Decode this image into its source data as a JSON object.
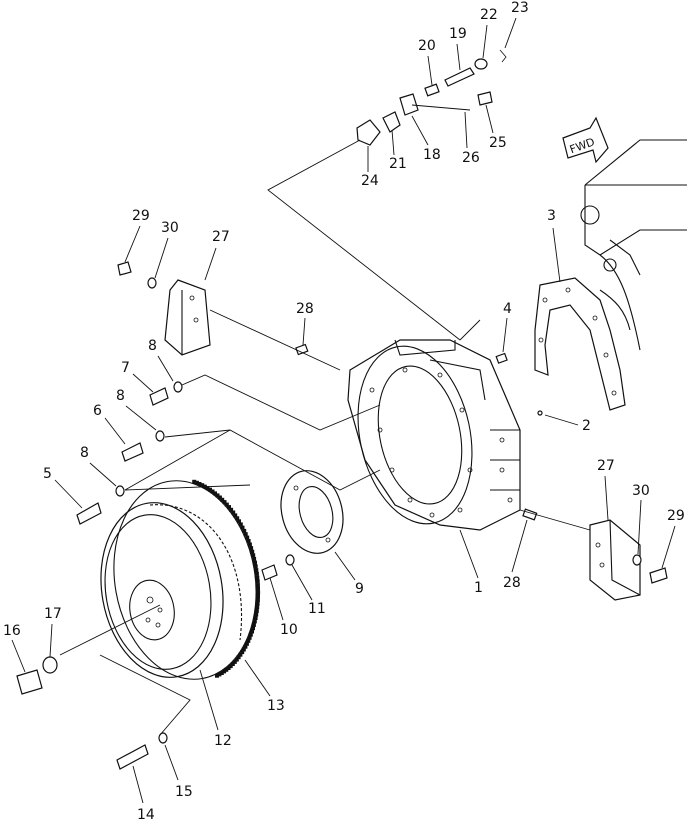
{
  "callouts": [
    "1",
    "2",
    "3",
    "4",
    "5",
    "6",
    "7",
    "8",
    "8",
    "8",
    "9",
    "10",
    "11",
    "12",
    "13",
    "14",
    "15",
    "16",
    "17",
    "18",
    "19",
    "20",
    "21",
    "22",
    "23",
    "24",
    "25",
    "26",
    "27",
    "27",
    "28",
    "28",
    "29",
    "29",
    "30",
    "30"
  ],
  "fwd_label": "FWD"
}
